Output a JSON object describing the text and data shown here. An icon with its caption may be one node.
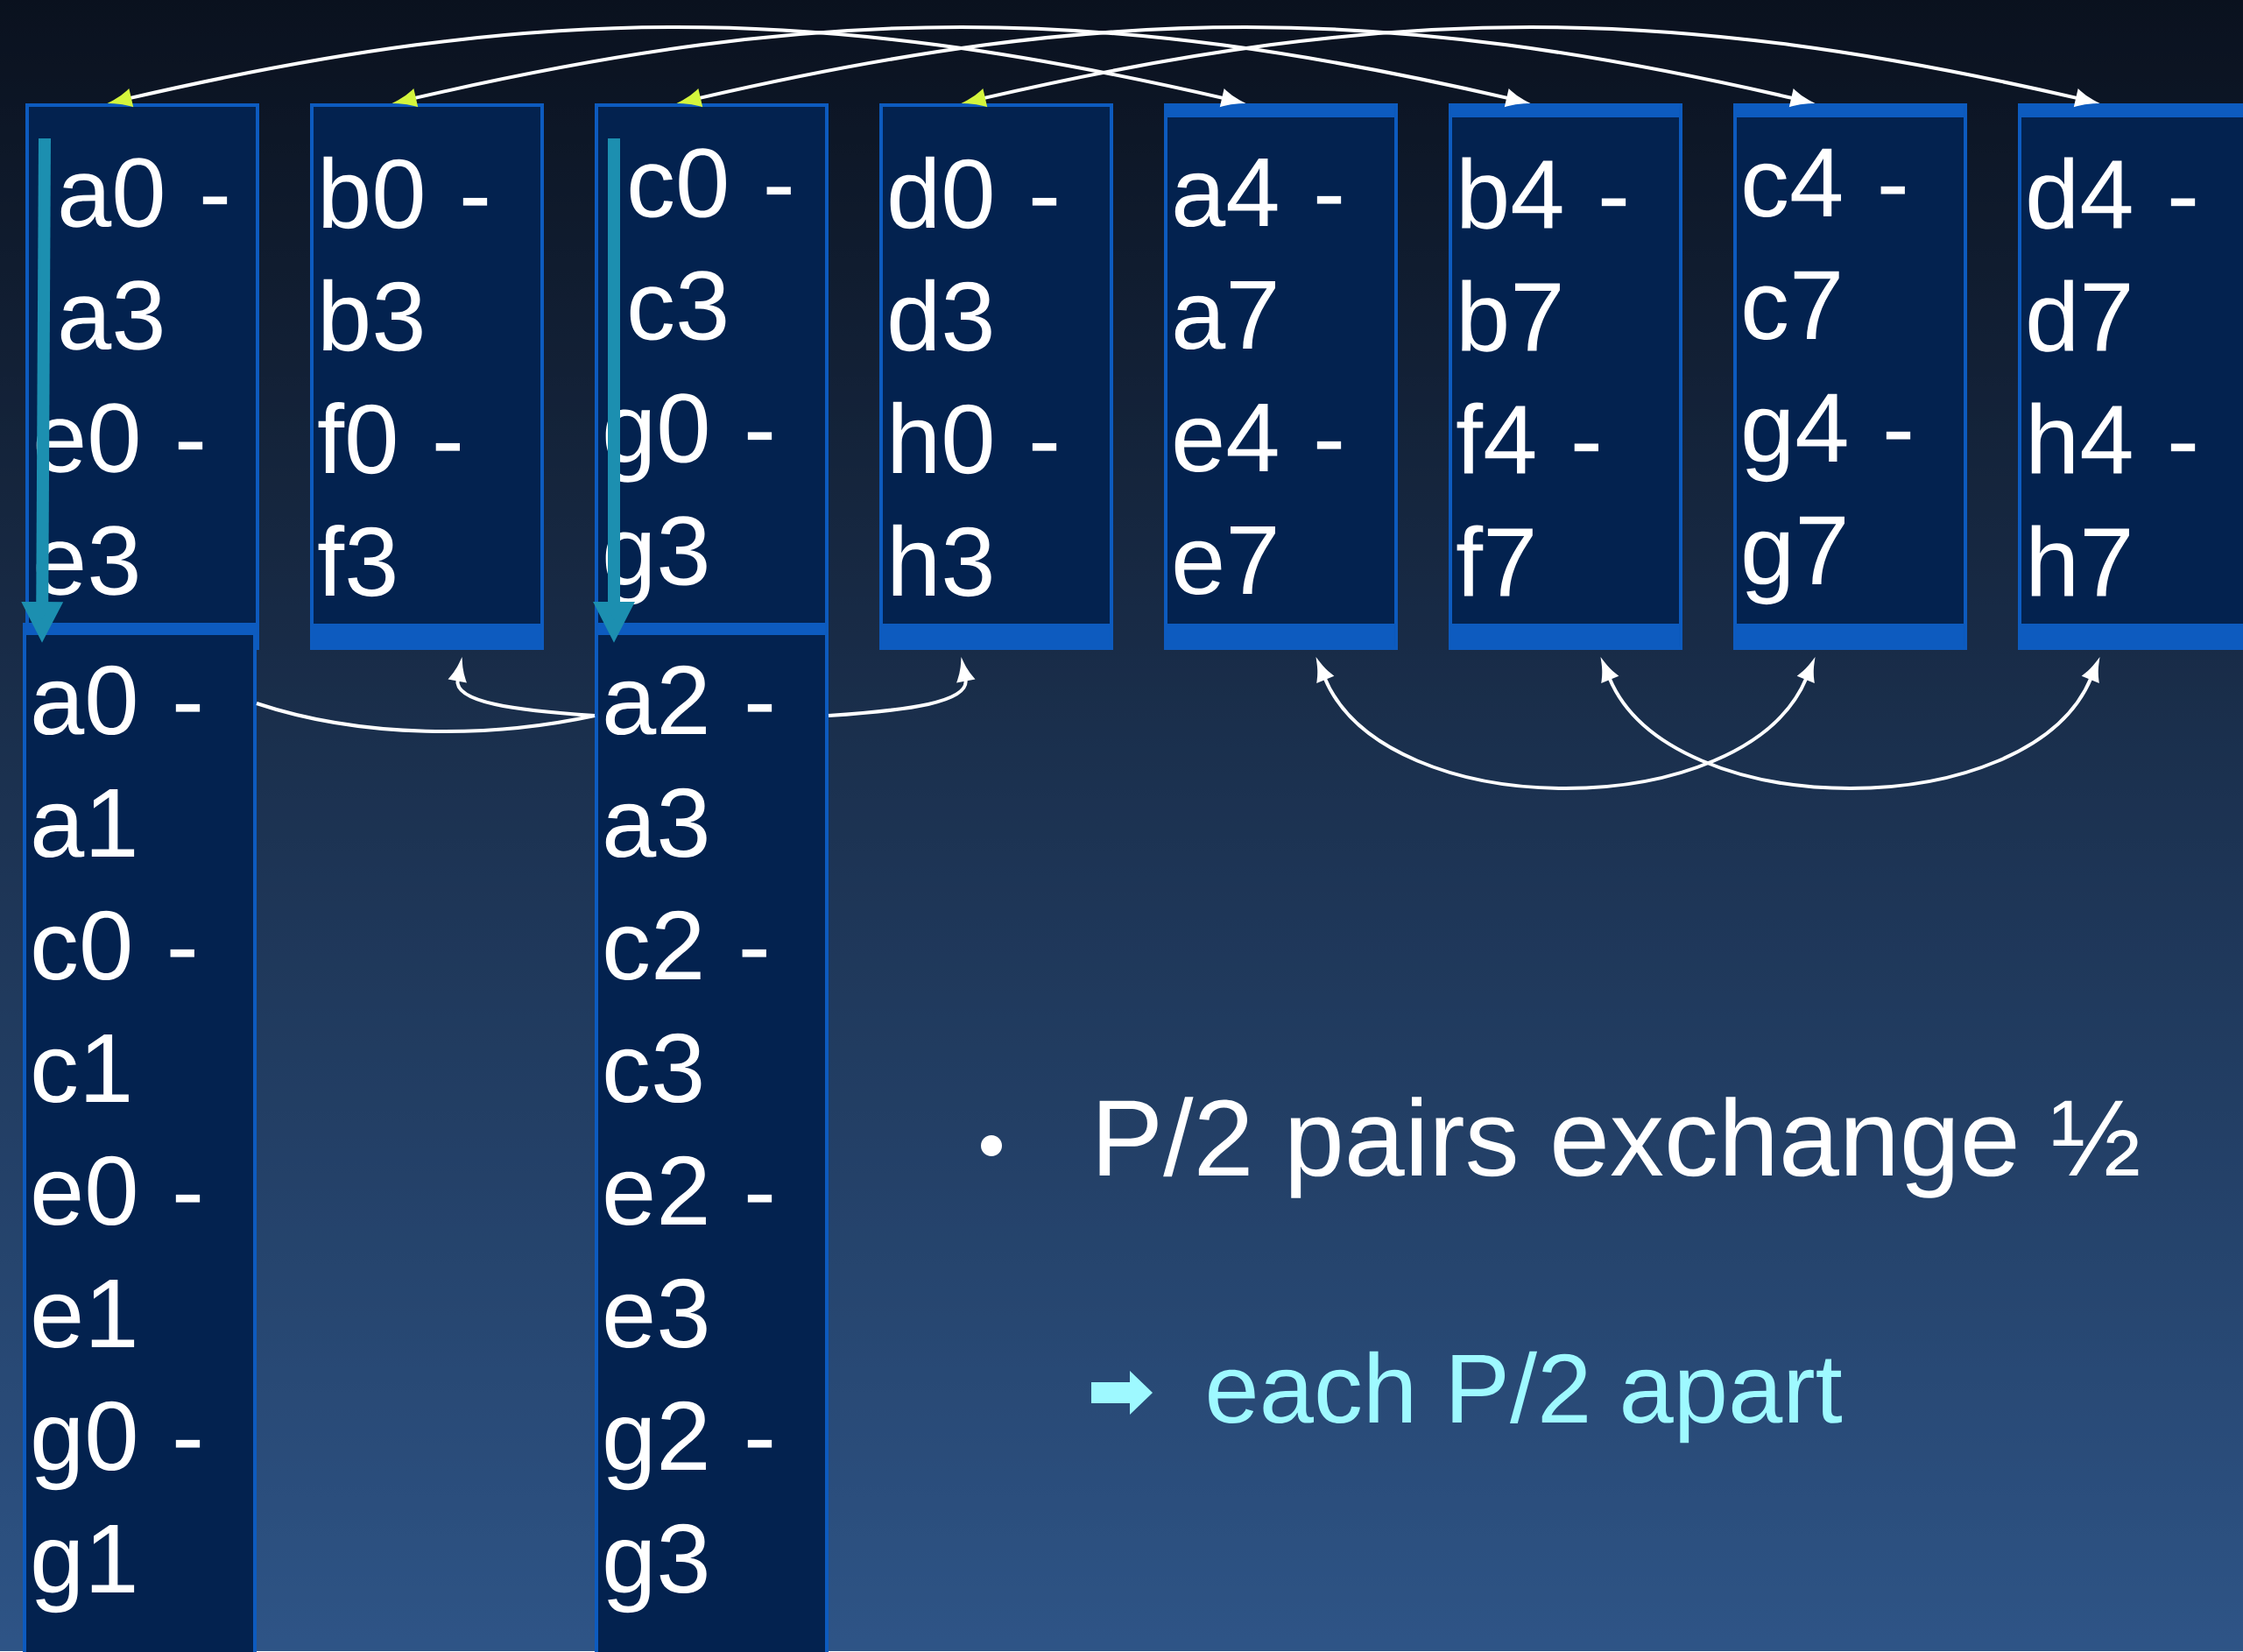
{
  "diagram": {
    "nodes": [
      {
        "text": [
          "a0 - a3",
          "e0 - e3"
        ]
      },
      {
        "text": [
          "b0 - b3",
          "f0 - f3"
        ]
      },
      {
        "text": [
          "c0 - c3",
          "g0 - g3"
        ]
      },
      {
        "text": [
          "d0 - d3",
          "h0 - h3"
        ]
      },
      {
        "text": [
          "a4 - a7",
          "e4 - e7"
        ]
      },
      {
        "text": [
          "b4 - b7",
          "f4 - f7"
        ]
      },
      {
        "text": [
          "c4 - c7",
          "g4 - g7"
        ]
      },
      {
        "text": [
          "d4 - d7",
          "h4 - h7"
        ]
      },
      {
        "text": [
          "a0 - a1",
          "c0 - c1",
          "e0 - e1",
          "g0 - g1"
        ]
      },
      {
        "text": [
          "a2 - a3",
          "c2 - c3",
          "e2 - e3",
          "g2 - g3"
        ]
      }
    ],
    "edges": [
      {
        "from": 0,
        "to": 4,
        "arrow": "both"
      },
      {
        "from": 1,
        "to": 5,
        "arrow": "both"
      },
      {
        "from": 2,
        "to": 6,
        "arrow": "both"
      },
      {
        "from": 3,
        "to": 7,
        "arrow": "both"
      },
      {
        "from": 9,
        "to": 1,
        "arrow": "to"
      },
      {
        "from": 9,
        "to": 3,
        "arrow": "to"
      },
      {
        "from": 8,
        "to": 9,
        "arrow": "none"
      },
      {
        "from": 4,
        "to": 6,
        "arrow": "both"
      },
      {
        "from": 5,
        "to": 7,
        "arrow": "both"
      },
      {
        "from": 0,
        "to": 8,
        "arrow": "to",
        "style": "thick",
        "color": "#1c8fb0"
      },
      {
        "from": 2,
        "to": 9,
        "arrow": "to",
        "style": "thick",
        "color": "#1c8fb0"
      }
    ],
    "labels": [
      "P/2 pairs exchange ½",
      "each P/2 apart"
    ]
  }
}
